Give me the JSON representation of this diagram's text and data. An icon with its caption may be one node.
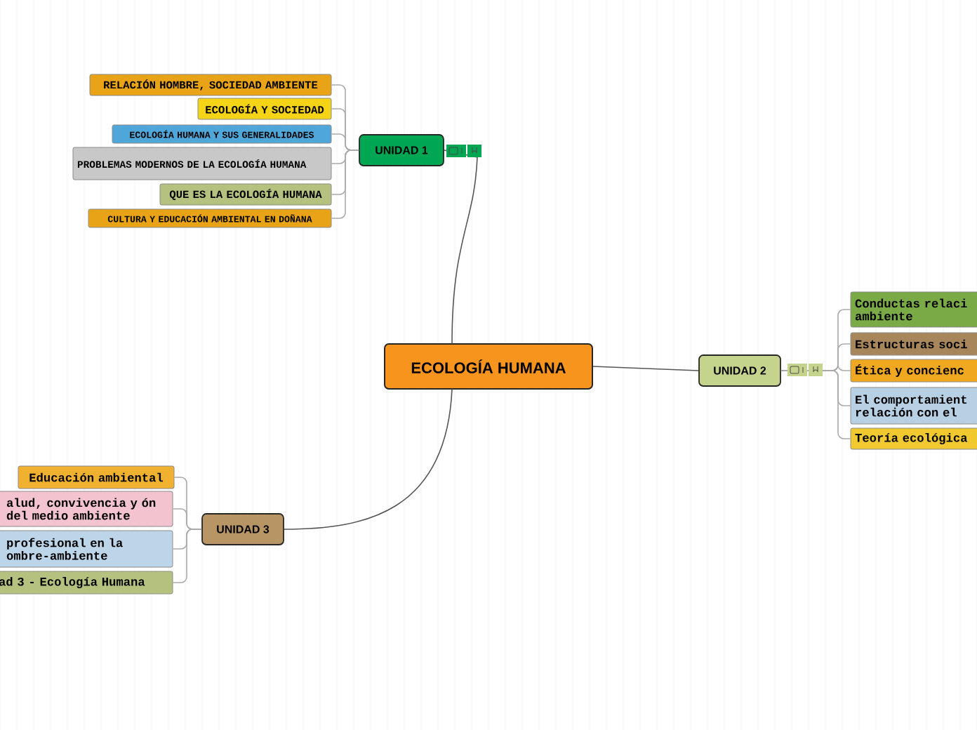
{
  "diagram": {
    "nodes": [
      {
        "text": [
          "ECOLOGÍA HUMANA"
        ]
      },
      {
        "text": [
          "UNIDAD 1"
        ]
      },
      {
        "text": [
          "RELACIÓN HOMBRE, SOCIEDAD AMBIENTE"
        ]
      },
      {
        "text": [
          "ECOLOGÍA Y SOCIEDAD"
        ]
      },
      {
        "text": [
          "ECOLOGÍA HUMANA Y SUS GENERALIDADES"
        ]
      },
      {
        "text": [
          "PROBLEMAS MODERNOS DE LA ECOLOGÍA HUMANA"
        ]
      },
      {
        "text": [
          "QUE ES LA ECOLOGÍA HUMANA"
        ]
      },
      {
        "text": [
          "CULTURA Y EDUCACIÓN AMBIENTAL EN DOÑANA"
        ]
      },
      {
        "text": [
          "UNIDAD 2"
        ]
      },
      {
        "text": [
          "Conductas relaci ambiente"
        ]
      },
      {
        "text": [
          "Estructuras soci"
        ]
      },
      {
        "text": [
          "Ética y concienc"
        ]
      },
      {
        "text": [
          "El comportamient relación con el"
        ]
      },
      {
        "text": [
          "Teoría ecológica"
        ]
      },
      {
        "text": [
          "UNIDAD 3"
        ]
      },
      {
        "text": [
          "Educación ambiental"
        ]
      },
      {
        "text": [
          "alud, convivencia y ón del medio ambiente"
        ]
      },
      {
        "text": [
          "profesional en la ombre-ambiente"
        ]
      },
      {
        "text": [
          "ad 3 - Ecología Humana"
        ]
      }
    ],
    "edges": [
      {
        "from": 0,
        "to": 1,
        "arrow": "none",
        "color": "#555555"
      },
      {
        "from": 0,
        "to": 8,
        "arrow": "none",
        "color": "#555555"
      },
      {
        "from": 0,
        "to": 14,
        "arrow": "none",
        "color": "#555555"
      },
      {
        "from": 1,
        "to": 2,
        "arrow": "none"
      },
      {
        "from": 1,
        "to": 3,
        "arrow": "none"
      },
      {
        "from": 1,
        "to": 4,
        "arrow": "none"
      },
      {
        "from": 1,
        "to": 5,
        "arrow": "none"
      },
      {
        "from": 1,
        "to": 6,
        "arrow": "none"
      },
      {
        "from": 1,
        "to": 7,
        "arrow": "none"
      },
      {
        "from": 8,
        "to": 9,
        "arrow": "none"
      },
      {
        "from": 8,
        "to": 10,
        "arrow": "none"
      },
      {
        "from": 8,
        "to": 11,
        "arrow": "none"
      },
      {
        "from": 8,
        "to": 12,
        "arrow": "none"
      },
      {
        "from": 8,
        "to": 13,
        "arrow": "none"
      },
      {
        "from": 14,
        "to": 15,
        "arrow": "none"
      },
      {
        "from": 14,
        "to": 16,
        "arrow": "none"
      },
      {
        "from": 14,
        "to": 17,
        "arrow": "none"
      },
      {
        "from": 14,
        "to": 18,
        "arrow": "none"
      }
    ]
  }
}
